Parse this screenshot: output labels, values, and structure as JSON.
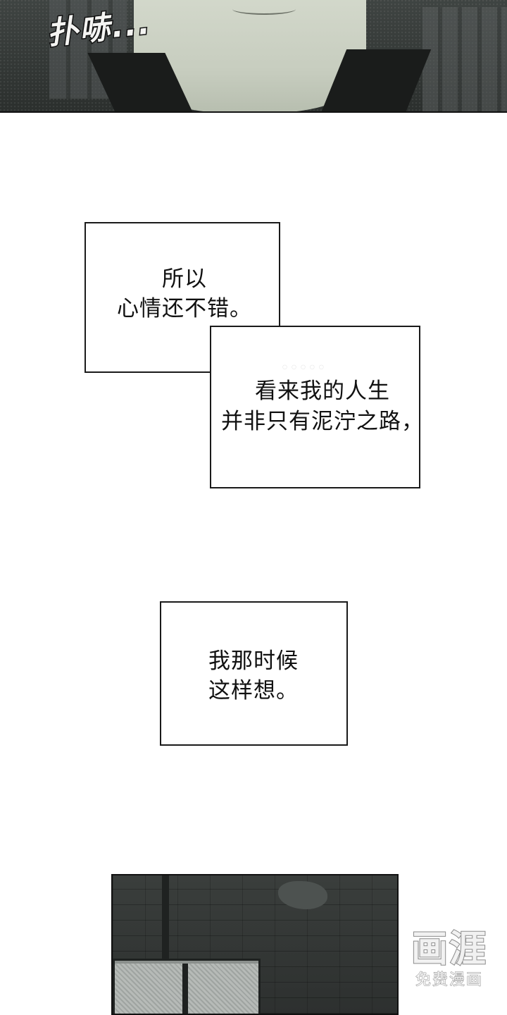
{
  "panels": {
    "top": {
      "sfx": "扑哧..."
    }
  },
  "captions": {
    "box1": {
      "line1": "所以",
      "line2": "心情还不错。"
    },
    "box2": {
      "line1": "看来我的人生",
      "line2": "并非只有泥泞之路，"
    },
    "box3": {
      "line1": "我那时候",
      "line2": "这样想。"
    }
  },
  "watermark": {
    "logo": "画涯",
    "subtitle": "免费漫画"
  }
}
